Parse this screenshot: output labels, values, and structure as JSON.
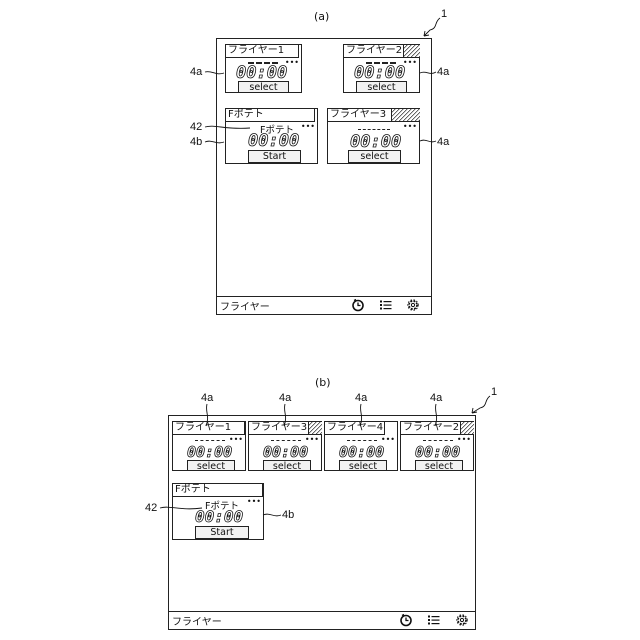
{
  "figure_a": {
    "caption": "(a)",
    "device_ref": "1",
    "bottom_label": "フライヤー",
    "icons": [
      "timer-icon",
      "list-icon",
      "gear-icon"
    ],
    "refs": {
      "left_top": "4a",
      "right_top": "4a",
      "right_mid": "4a",
      "sub_label": "42",
      "potato_card": "4b"
    },
    "cards": [
      {
        "title": "フライヤー1",
        "time": "00:00",
        "button": "select",
        "hatched": false
      },
      {
        "title": "フライヤー2",
        "time": "00:00",
        "button": "select",
        "hatched": true
      },
      {
        "title": "Fポテト",
        "subtitle": "Fポテト",
        "time": "00:00",
        "button": "Start",
        "hatched": false
      },
      {
        "title": "フライヤー3",
        "time": "00:00",
        "button": "select",
        "hatched": true
      }
    ]
  },
  "figure_b": {
    "caption": "(b)",
    "device_ref": "1",
    "bottom_label": "フライヤー",
    "icons": [
      "timer-icon",
      "list-icon",
      "gear-icon"
    ],
    "refs": {
      "c1": "4a",
      "c2": "4a",
      "c3": "4a",
      "c4": "4a",
      "sub_label": "42",
      "potato_card": "4b"
    },
    "cards": [
      {
        "title": "フライヤー1",
        "time": "00:00",
        "button": "select",
        "hatched": false
      },
      {
        "title": "フライヤー3",
        "time": "00:00",
        "button": "select",
        "hatched": true
      },
      {
        "title": "フライヤー4",
        "time": "00:00",
        "button": "select",
        "hatched": false
      },
      {
        "title": "フライヤー2",
        "time": "00:00",
        "button": "select",
        "hatched": true
      },
      {
        "title": "Fポテト",
        "subtitle": "Fポテト",
        "time": "00:00",
        "button": "Start",
        "hatched": false
      }
    ]
  }
}
